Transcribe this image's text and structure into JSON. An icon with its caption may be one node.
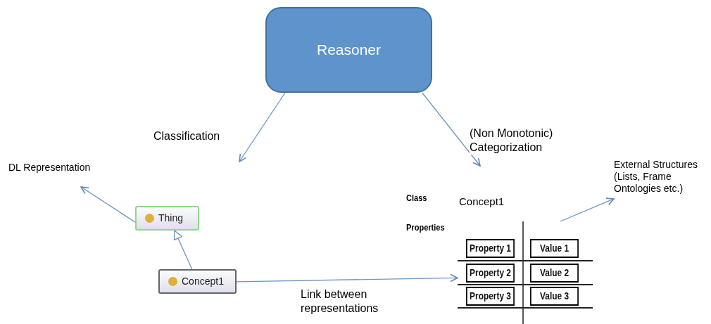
{
  "diagram": {
    "nodes": [
      {
        "text": [
          "Reasoner"
        ]
      },
      {
        "text": [
          "DL Representation"
        ]
      },
      {
        "text": [
          "Thing"
        ]
      },
      {
        "text": [
          "Concept1"
        ]
      },
      {
        "text": [],
        "shape": "box"
      },
      {
        "text": [
          "Property 1"
        ],
        "in": 4
      },
      {
        "text": [
          "Value 1"
        ],
        "in": 4
      },
      {
        "text": [
          "Property 2"
        ],
        "in": 4
      },
      {
        "text": [
          "Value 2"
        ],
        "in": 4
      },
      {
        "text": [
          "Property 3"
        ],
        "in": 4
      },
      {
        "text": [
          "Value 3"
        ],
        "in": 4
      },
      {
        "text": [
          "External Structures (Lists, Frame Ontologies etc.)"
        ]
      }
    ],
    "edges": [
      {
        "from": 0,
        "to": null,
        "arrow": "to",
        "label": "Classification"
      },
      {
        "from": 0,
        "to": null,
        "arrow": "to",
        "label": "(Non Monotonic) Categorization"
      },
      {
        "from": 2,
        "to": 1,
        "arrow": "to"
      },
      {
        "from": 3,
        "to": 2,
        "arrow": "to"
      },
      {
        "from": 3,
        "to": 4,
        "arrow": "to",
        "label": "Link between representations"
      },
      {
        "from": 4,
        "to": 11,
        "arrow": "to"
      }
    ],
    "labels": [
      "Class",
      "Concept1",
      "Properties"
    ]
  }
}
